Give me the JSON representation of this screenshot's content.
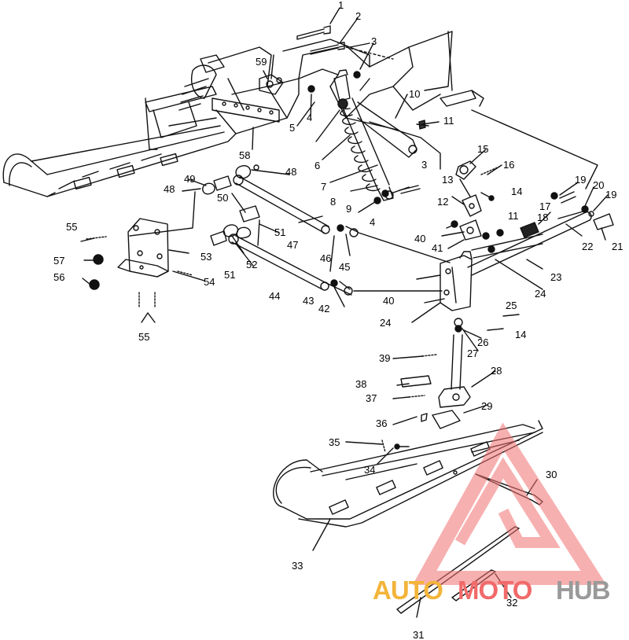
{
  "callouts": [
    "1",
    "2",
    "3",
    "3",
    "4",
    "4",
    "5",
    "6",
    "7",
    "8",
    "9",
    "10",
    "11",
    "11",
    "12",
    "13",
    "14",
    "14",
    "15",
    "16",
    "17",
    "18",
    "19",
    "19",
    "20",
    "21",
    "22",
    "23",
    "24",
    "24",
    "25",
    "26",
    "27",
    "28",
    "29",
    "30",
    "31",
    "32",
    "33",
    "34",
    "35",
    "36",
    "37",
    "38",
    "39",
    "40",
    "40",
    "41",
    "42",
    "43",
    "44",
    "45",
    "46",
    "47",
    "48",
    "48",
    "49",
    "50",
    "51",
    "51",
    "52",
    "53",
    "54",
    "55",
    "55",
    "56",
    "57",
    "58",
    "59"
  ],
  "watermark": {
    "part1": "AUTO",
    "part2": "MOTO",
    "part3": "HUB",
    "colors": {
      "auto": "#f3b43a",
      "moto": "#f16a6a",
      "hub": "#9a9a9a",
      "triangle": "#f27070"
    }
  }
}
